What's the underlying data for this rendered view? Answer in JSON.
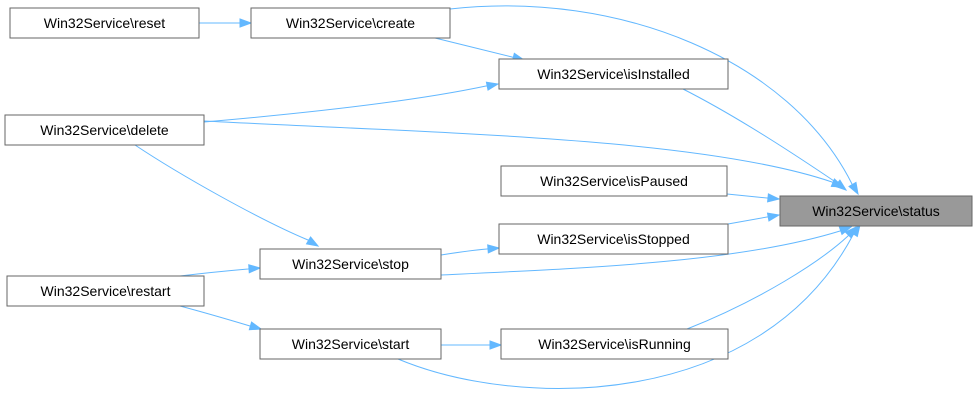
{
  "diagram": {
    "colors": {
      "edge": "#63b8ff",
      "node_border": "#666666",
      "node_fill": "#ffffff",
      "target_fill": "#999999"
    },
    "nodes": {
      "reset": "Win32Service\\reset",
      "create": "Win32Service\\create",
      "isInstalled": "Win32Service\\isInstalled",
      "delete": "Win32Service\\delete",
      "isPaused": "Win32Service\\isPaused",
      "status": "Win32Service\\status",
      "isStopped": "Win32Service\\isStopped",
      "stop": "Win32Service\\stop",
      "restart": "Win32Service\\restart",
      "start": "Win32Service\\start",
      "isRunning": "Win32Service\\isRunning"
    },
    "edges": [
      [
        "reset",
        "create"
      ],
      [
        "create",
        "isInstalled"
      ],
      [
        "create",
        "status"
      ],
      [
        "delete",
        "isInstalled"
      ],
      [
        "delete",
        "status"
      ],
      [
        "delete",
        "stop"
      ],
      [
        "isInstalled",
        "status"
      ],
      [
        "isPaused",
        "status"
      ],
      [
        "isStopped",
        "status"
      ],
      [
        "stop",
        "isStopped"
      ],
      [
        "stop",
        "status"
      ],
      [
        "restart",
        "stop"
      ],
      [
        "restart",
        "start"
      ],
      [
        "start",
        "isRunning"
      ],
      [
        "start",
        "status"
      ],
      [
        "isRunning",
        "status"
      ]
    ]
  }
}
